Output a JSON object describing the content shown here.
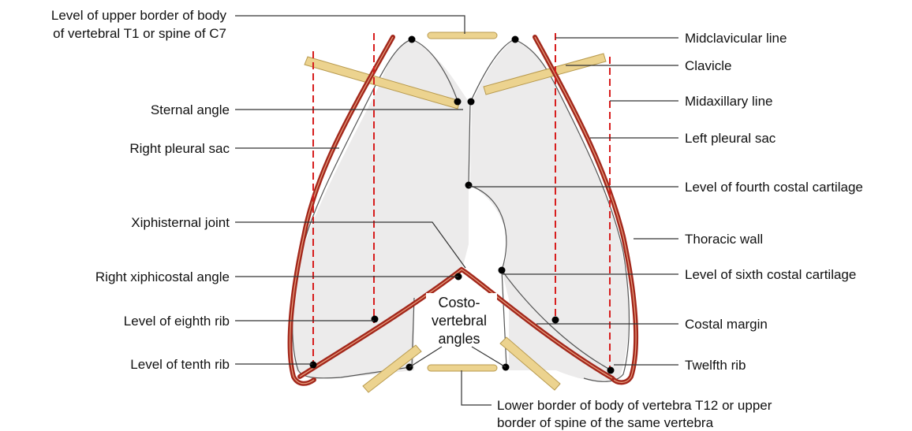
{
  "colors": {
    "thoracic_wall": "#a3281c",
    "thoracic_wall_highlight": "#e8a07f",
    "pleura_fill": "#ecebeb",
    "pleura_stroke": "#555555",
    "dashed_line": "#d71e1e",
    "bone_fill": "#ecd38f",
    "bone_stroke": "#b89a4e"
  },
  "labels_left": {
    "upper_border_line1": "Level of upper border of body",
    "upper_border_line2": "of vertebral T1 or spine of C7",
    "sternal_angle": "Sternal angle",
    "right_pleural_sac": "Right pleural sac",
    "xiphisternal_joint": "Xiphisternal joint",
    "right_xiphicostal_angle": "Right xiphicostal angle",
    "level_eighth_rib": "Level of eighth rib",
    "level_tenth_rib": "Level of tenth rib"
  },
  "labels_right": {
    "midclavicular_line": "Midclavicular line",
    "clavicle": "Clavicle",
    "midaxillary_line": "Midaxillary line",
    "left_pleural_sac": "Left pleural sac",
    "level_fourth_costal": "Level of fourth costal cartilage",
    "thoracic_wall": "Thoracic wall",
    "level_sixth_costal": "Level of sixth costal cartilage",
    "costal_margin": "Costal margin",
    "twelfth_rib": "Twelfth rib"
  },
  "labels_bottom": {
    "lower_border_line1": "Lower border of body of vertebra T12 or upper",
    "lower_border_line2": "border of spine of the same vertebra"
  },
  "labels_center": {
    "costo_line1": "Costo-",
    "costo_line2": "vertebral",
    "costo_line3": "angles"
  }
}
